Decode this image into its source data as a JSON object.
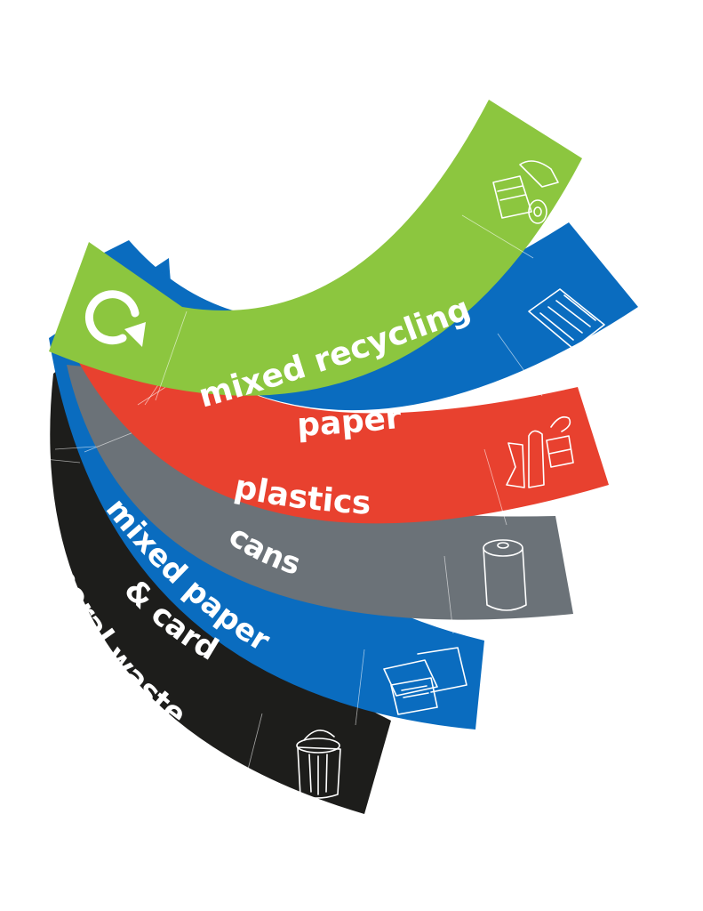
{
  "bands": [
    {
      "id": "general-waste",
      "label": "general waste",
      "color": "#1d1d1b",
      "icon": "bin-icon"
    },
    {
      "id": "mixed-paper-card",
      "label_line1": "mixed paper",
      "label_line2": "& card",
      "color": "#0a6cbf",
      "icon": "papers-icon"
    },
    {
      "id": "cans",
      "label": "cans",
      "color": "#6b7278",
      "icon": "can-icon"
    },
    {
      "id": "plastics",
      "label": "plastics",
      "color": "#e8412f",
      "icon": "bottles-icon"
    },
    {
      "id": "paper",
      "label": "paper",
      "color": "#0a6cbf",
      "icon": "paper-sheet-icon"
    },
    {
      "id": "mixed-recycling",
      "label": "mixed recycling",
      "color": "#8cc63f",
      "icon": "mixed-items-icon",
      "badge_icon": "recycle-arrow-icon"
    }
  ]
}
